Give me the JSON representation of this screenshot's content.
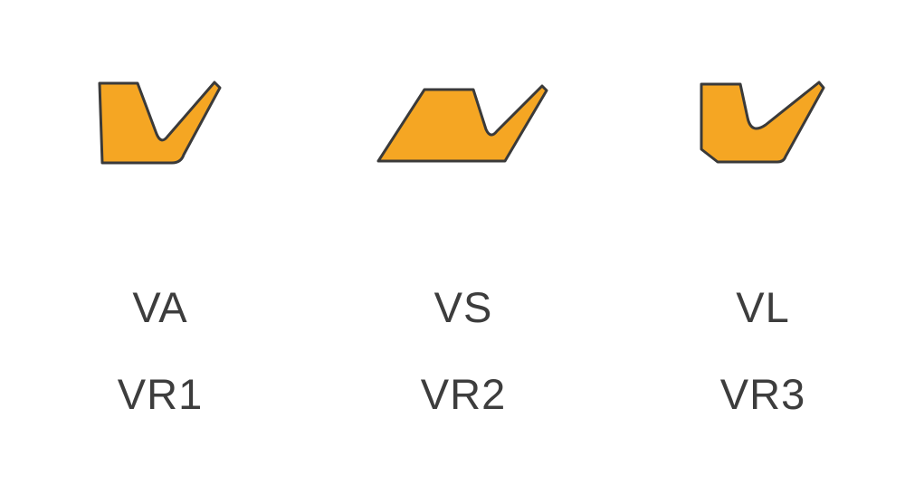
{
  "colors": {
    "background": "#ffffff",
    "shape_fill": "#F5A623",
    "shape_stroke": "#3A3A3A",
    "label_text": "#3D3D3D"
  },
  "items": [
    {
      "icon": "va-seal-profile-icon",
      "type_label": "VA",
      "series_label": "VR1"
    },
    {
      "icon": "vs-seal-profile-icon",
      "type_label": "VS",
      "series_label": "VR2"
    },
    {
      "icon": "vl-seal-profile-icon",
      "type_label": "VL",
      "series_label": "VR3"
    }
  ]
}
